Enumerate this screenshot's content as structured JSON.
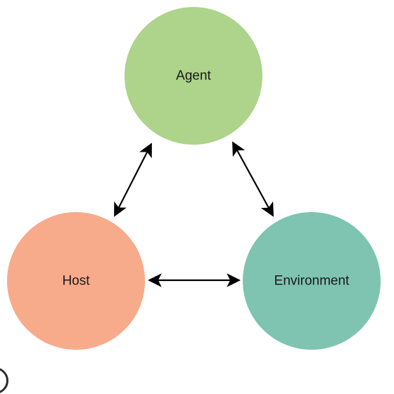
{
  "nodes": {
    "agent": {
      "label": "Agent",
      "color": "#add48a"
    },
    "host": {
      "label": "Host",
      "color": "#f7ab8b"
    },
    "environment": {
      "label": "Environment",
      "color": "#7ec4b1"
    }
  },
  "edges": [
    {
      "from": "agent",
      "to": "host",
      "bidirectional": true
    },
    {
      "from": "agent",
      "to": "environment",
      "bidirectional": true
    },
    {
      "from": "host",
      "to": "environment",
      "bidirectional": true
    }
  ],
  "colors": {
    "arrow": "#000000",
    "background": "#ffffff"
  }
}
